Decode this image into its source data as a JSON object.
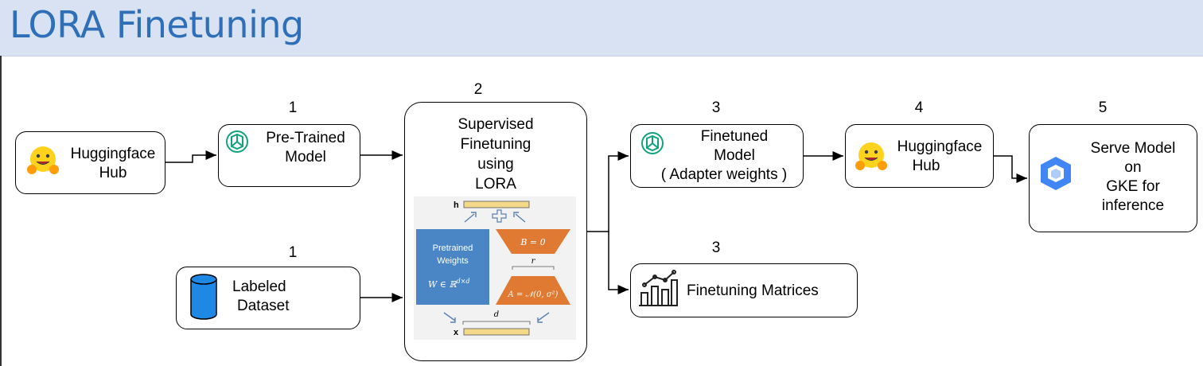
{
  "title": "LORA Finetuning",
  "nodes": {
    "hf_hub_src": {
      "label1": "Huggingface",
      "label2": "Hub"
    },
    "pretrained": {
      "step": "1",
      "label1": "Pre-Trained",
      "label2": "Model"
    },
    "dataset": {
      "step": "1",
      "label1": "Labeled",
      "label2": "Dataset"
    },
    "sft": {
      "step": "2",
      "lines": [
        "Supervised",
        "Finetuning",
        "using",
        "LORA"
      ]
    },
    "finetuned": {
      "step": "3",
      "label1": "Finetuned",
      "label2": "Model",
      "label3": "( Adapter weights )"
    },
    "metrics": {
      "step": "3",
      "label": "Finetuning Matrices"
    },
    "hf_hub_dst": {
      "step": "4",
      "label1": "Huggingface",
      "label2": "Hub"
    },
    "serve": {
      "step": "5",
      "lines": [
        "Serve Model",
        "on",
        "GKE for",
        "inference"
      ]
    }
  },
  "lora_figure": {
    "h": "h",
    "x": "x",
    "pretrained1": "Pretrained",
    "pretrained2": "Weights",
    "w_formula": "W ∈ ℝ",
    "w_sup": "d×d",
    "b_formula": "B = 0",
    "a_formula": "A = 𝒩(0, σ²)",
    "r": "r",
    "d": "d",
    "colors": {
      "blue": "#4a86c6",
      "orange": "#e07a33",
      "bar": "#f5d98a"
    }
  }
}
